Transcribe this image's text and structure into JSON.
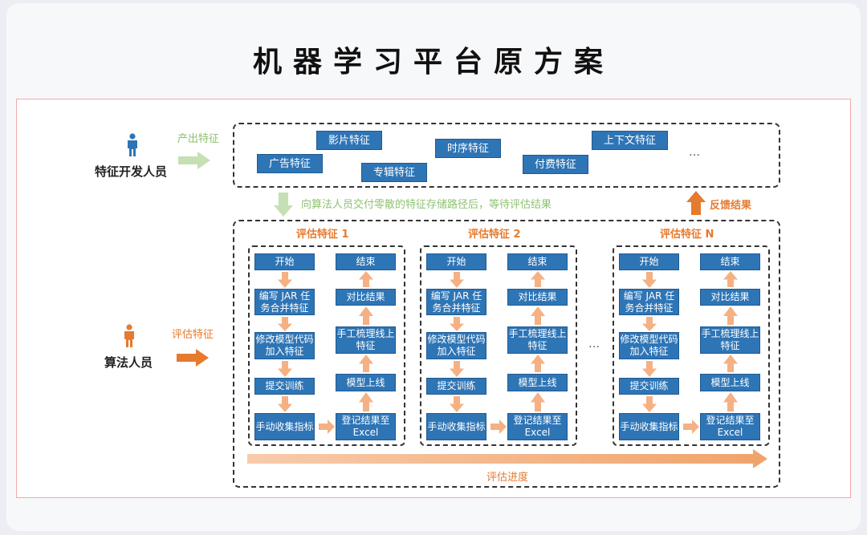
{
  "title": "机器学习平台原方案",
  "roles": {
    "developer": "特征开发人员",
    "algorithm": "算法人员"
  },
  "labels": {
    "produce": "产出特征",
    "deliver": "向算法人员交付零散的特征存储路径后，等待评估结果",
    "feedback": "反馈结果",
    "evaluate": "评估特征",
    "progress": "评估进度",
    "ellipsis": "…",
    "ellipsis_mid": "…"
  },
  "features": [
    "影片特征",
    "时序特征",
    "上下文特征",
    "广告特征",
    "专辑特征",
    "付费特征"
  ],
  "evaluations": [
    {
      "title": "评估特征 1",
      "left_steps": [
        "开始",
        "编写 JAR 任务合并特征",
        "修改模型代码加入特征",
        "提交训练",
        "手动收集指标"
      ],
      "right_steps": [
        "结束",
        "对比结果",
        "手工梳理线上特征",
        "模型上线",
        "登记结果至 Excel"
      ]
    },
    {
      "title": "评估特征 2",
      "left_steps": [
        "开始",
        "编写 JAR 任务合并特征",
        "修改模型代码加入特征",
        "提交训练",
        "手动收集指标"
      ],
      "right_steps": [
        "结束",
        "对比结果",
        "手工梳理线上特征",
        "模型上线",
        "登记结果至 Excel"
      ]
    },
    {
      "title": "评估特征 N",
      "left_steps": [
        "开始",
        "编写 JAR 任务合并特征",
        "修改模型代码加入特征",
        "提交训练",
        "手动收集指标"
      ],
      "right_steps": [
        "结束",
        "对比结果",
        "手工梳理线上特征",
        "模型上线",
        "登记结果至 Excel"
      ]
    }
  ],
  "colors": {
    "step_blue": "#2e75b6",
    "arrow_orange": "#f5b183",
    "accent_orange": "#e67a2e",
    "arrow_green": "#c5e0b4",
    "person_blue": "#2e75b6",
    "person_orange": "#e67a2e"
  },
  "icons": {
    "developer": "person-icon",
    "algorithm": "person-icon"
  }
}
